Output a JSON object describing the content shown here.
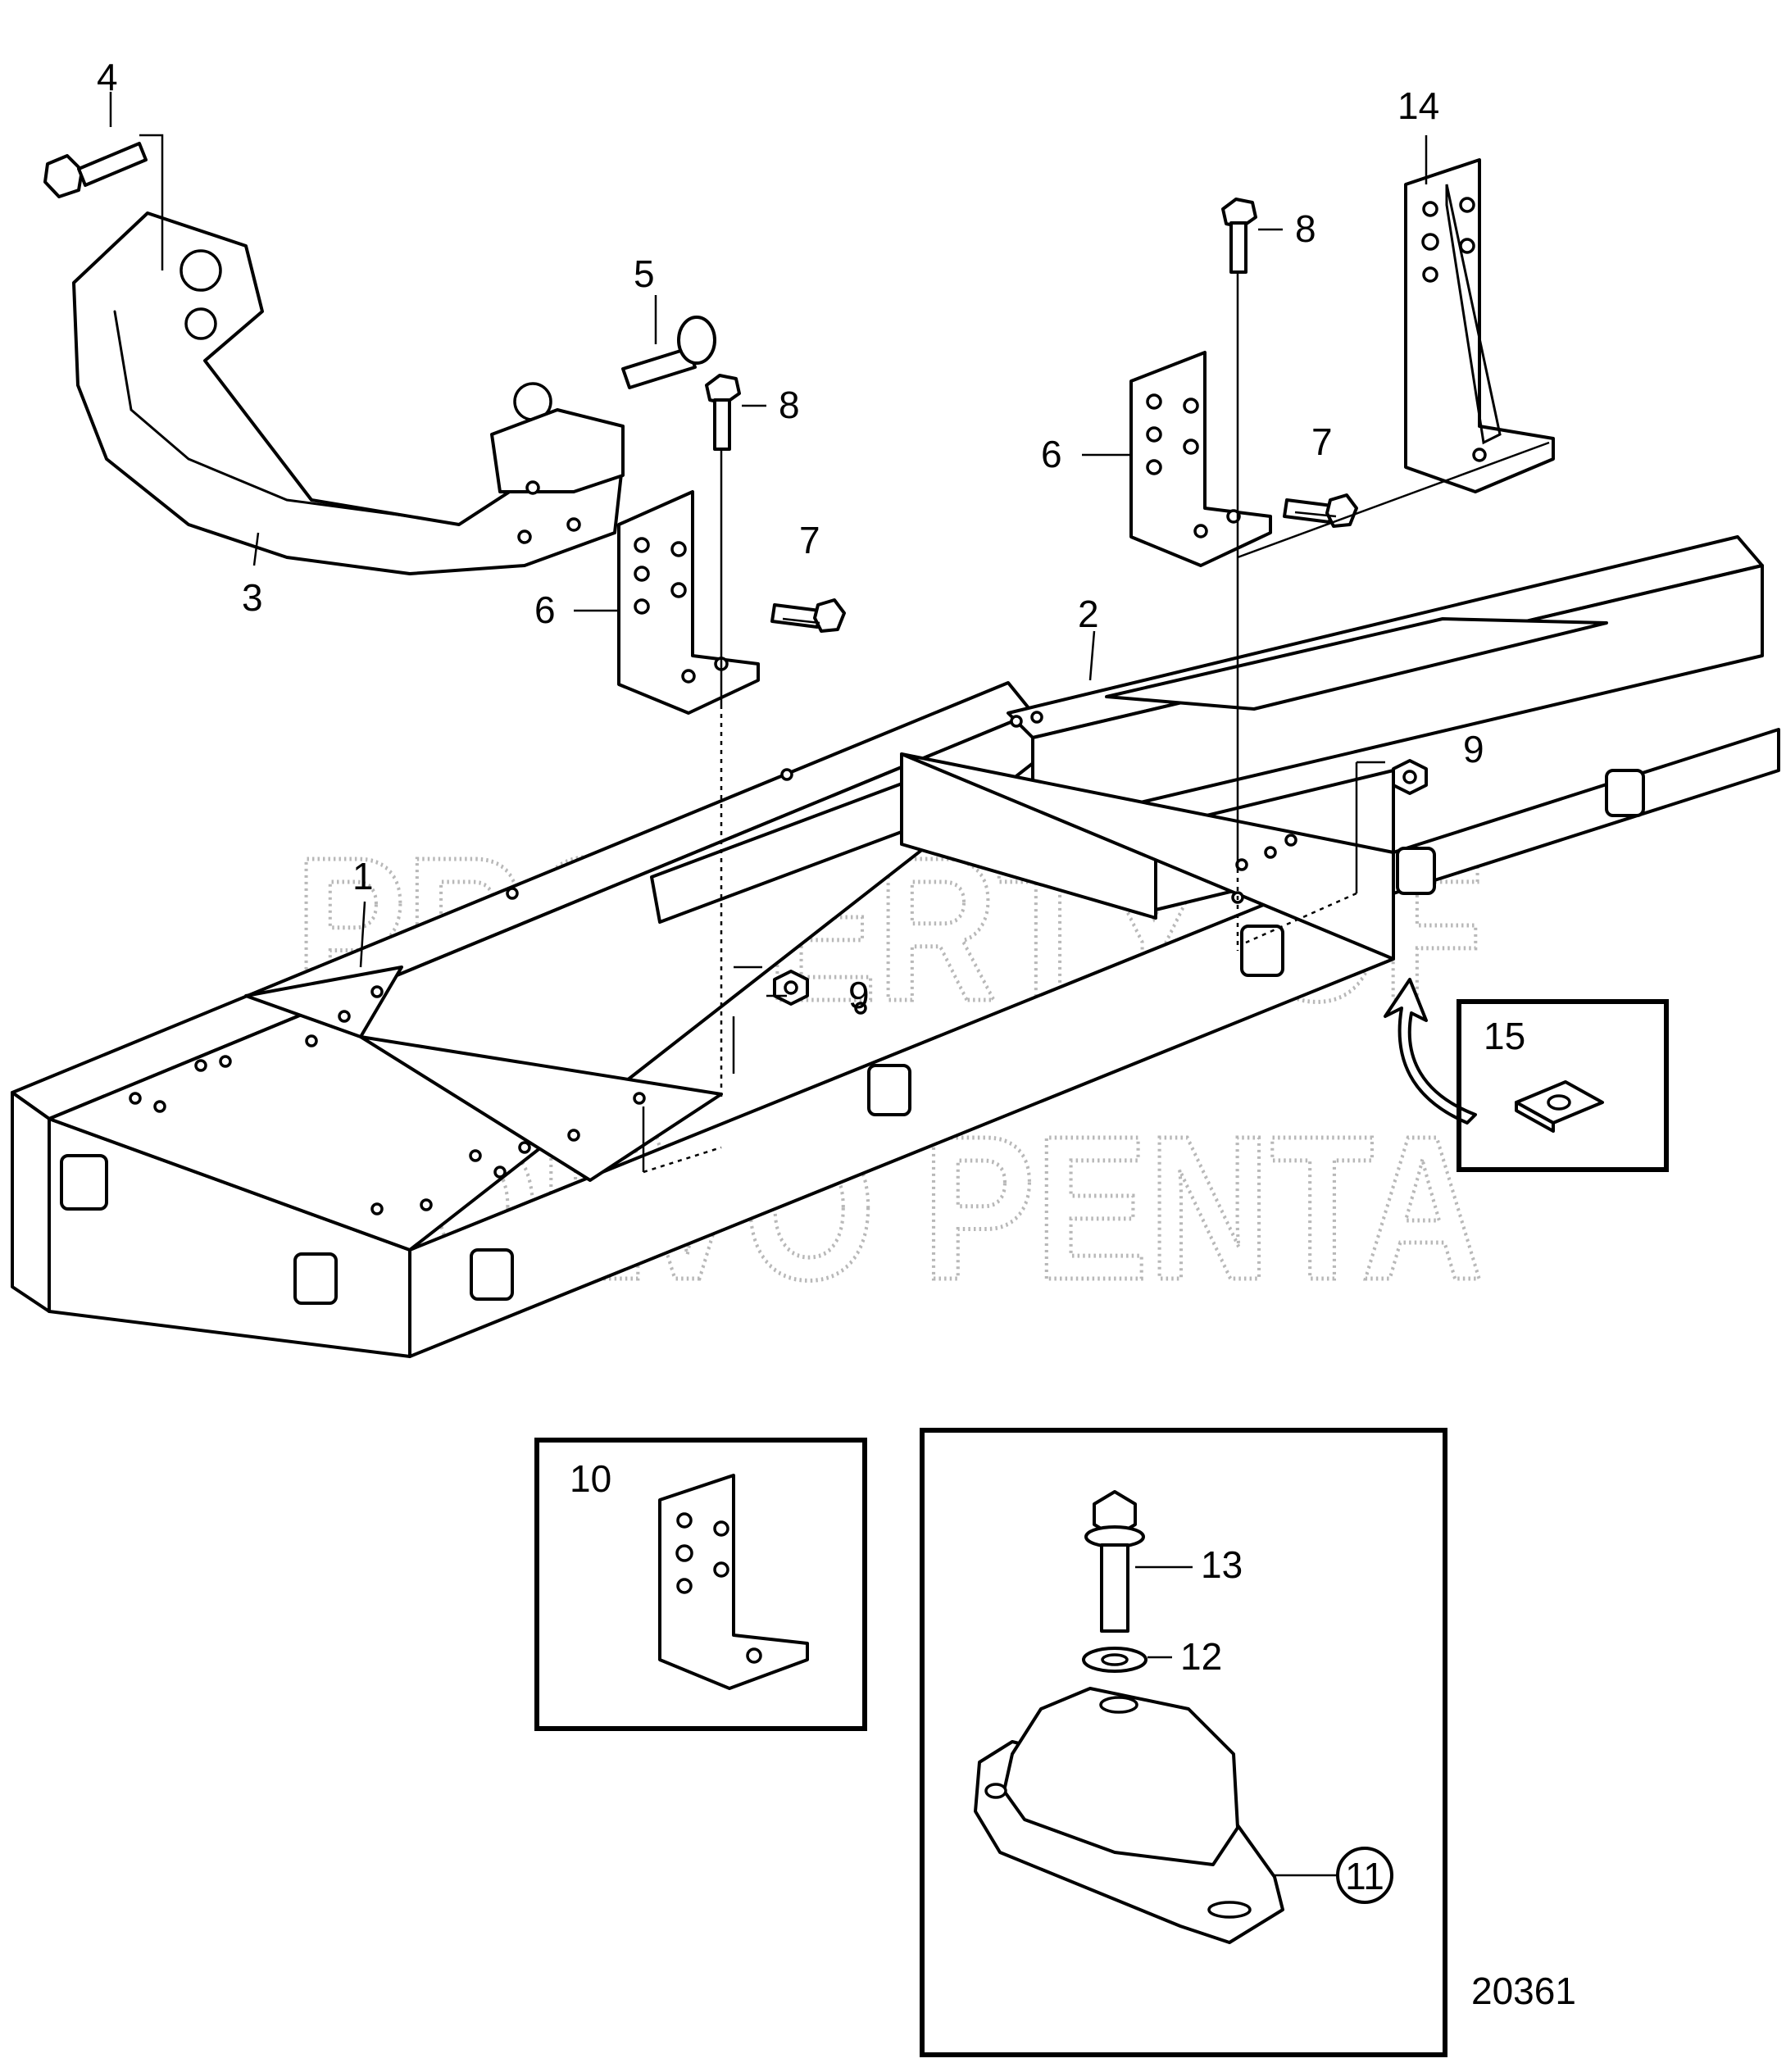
{
  "figure_number": "20361",
  "watermark": {
    "line1": "PROPERTY OF",
    "line2": "VOLVO PENTA"
  },
  "callouts": {
    "c1": "1",
    "c2": "2",
    "c3": "3",
    "c4": "4",
    "c5": "5",
    "c6a": "6",
    "c6b": "6",
    "c7a": "7",
    "c7b": "7",
    "c8a": "8",
    "c8b": "8",
    "c9a": "9",
    "c9b": "9",
    "c10": "10",
    "c11": "11",
    "c12": "12",
    "c13": "13",
    "c14": "14",
    "c15": "15"
  }
}
